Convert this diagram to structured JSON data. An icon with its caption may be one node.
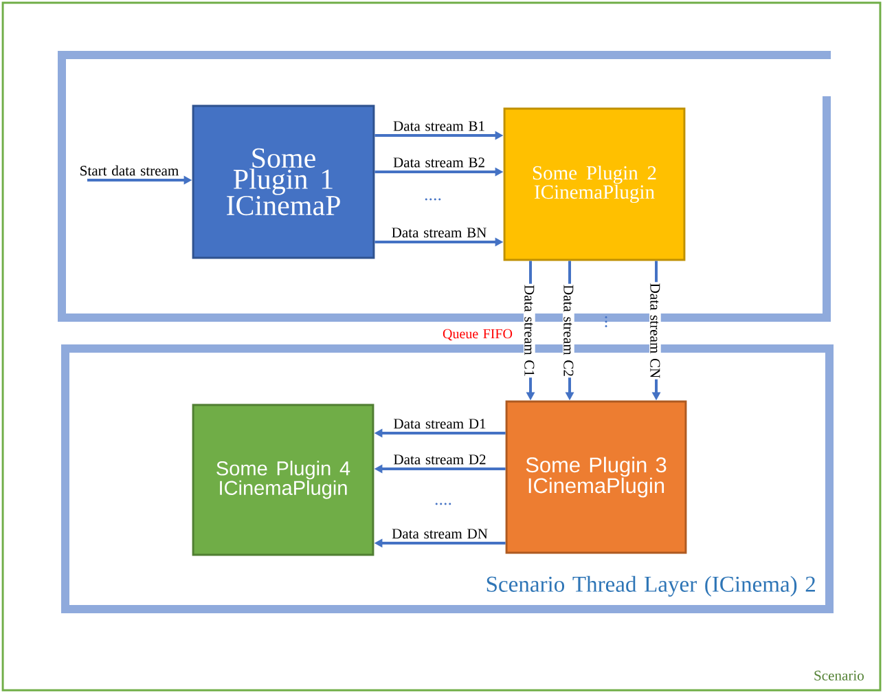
{
  "diagram": {
    "nodes": [
      {
        "text": [
          "Scenario"
        ]
      },
      {
        "text": [],
        "shape": "box",
        "in": 0
      },
      {
        "text": [
          "Scenario Thread Layer (ICinema) 2"
        ],
        "in": 0
      },
      {
        "text": [
          "Some Plugin 1 ICinemaP"
        ],
        "in": 1
      },
      {
        "text": [
          "Some Plugin 2 ICinemaPlugin"
        ],
        "in": 1
      },
      {
        "text": [
          "Some Plugin 3 ICinemaPlugin"
        ],
        "in": 2
      },
      {
        "text": [
          "Some Plugin 4 ICinemaPlugin"
        ],
        "in": 2
      }
    ],
    "edges": [
      {
        "from": null,
        "to": 3,
        "arrow": "to",
        "label": "Start data stream"
      },
      {
        "from": 3,
        "to": 4,
        "arrow": "to",
        "label": "Data stream B1"
      },
      {
        "from": 3,
        "to": 4,
        "arrow": "to",
        "label": "Data stream B2"
      },
      {
        "from": 3,
        "to": 4,
        "arrow": "to",
        "label": "Data stream BN"
      },
      {
        "from": 4,
        "to": 5,
        "arrow": "to",
        "label": "Data stream C1"
      },
      {
        "from": 4,
        "to": 5,
        "arrow": "to",
        "label": "Data stream C2"
      },
      {
        "from": 4,
        "to": 5,
        "arrow": "to",
        "label": "Data stream CN"
      },
      {
        "from": 5,
        "to": 6,
        "arrow": "to",
        "label": "Data stream D1"
      },
      {
        "from": 5,
        "to": 6,
        "arrow": "to",
        "label": "Data stream D2"
      },
      {
        "from": 5,
        "to": 6,
        "arrow": "to",
        "label": "Data stream DN"
      }
    ],
    "labels": [
      "....",
      "...",
      "Queue FIFO",
      "...."
    ]
  }
}
